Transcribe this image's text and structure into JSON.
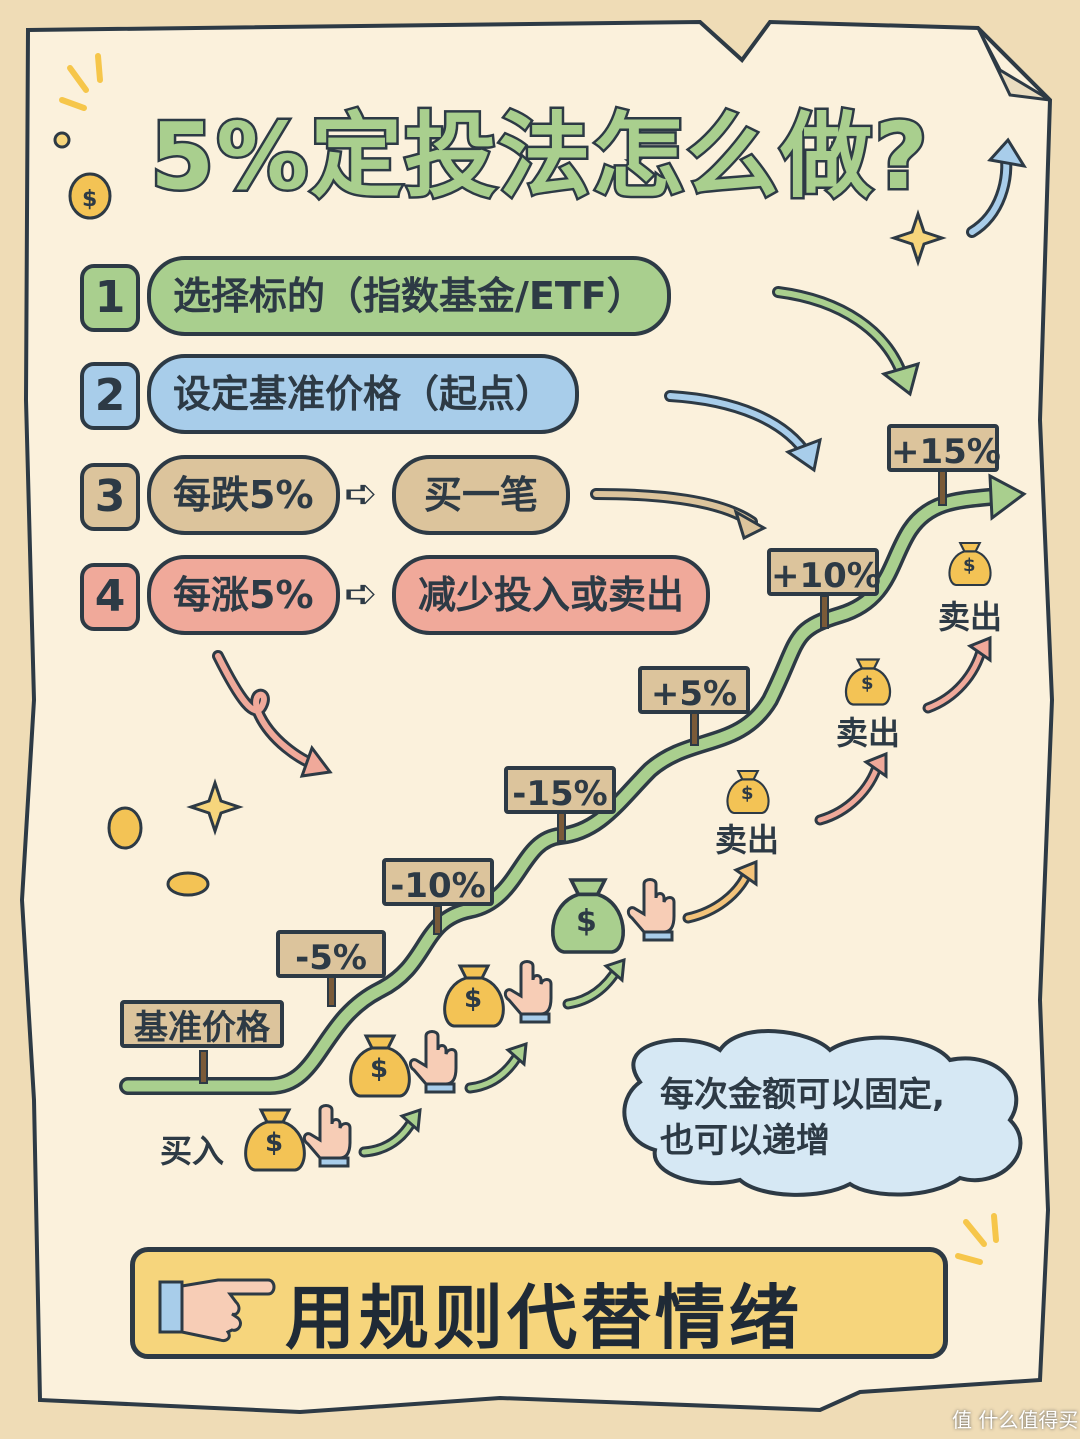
{
  "title": "5%定投法怎么做?",
  "steps": [
    {
      "num": "1",
      "parts": [
        "选择标的（指数基金/ETF）"
      ],
      "color": "#a9cf8e"
    },
    {
      "num": "2",
      "parts": [
        "设定基准价格（起点）"
      ],
      "color": "#a8cdea"
    },
    {
      "num": "3",
      "parts": [
        "每跌5%",
        "买一笔"
      ],
      "color": "#dcc49c"
    },
    {
      "num": "4",
      "parts": [
        "每涨5%",
        "减少投入或卖出"
      ],
      "color": "#f0a99a"
    }
  ],
  "signs": [
    "基准价格",
    "-5%",
    "-10%",
    "-15%",
    "+5%",
    "+10%",
    "+15%"
  ],
  "buy_label": "买入",
  "sell_label": "卖出",
  "bag_symbol": "$",
  "cloud_note": [
    "每次金额可以固定,",
    "也可以递增"
  ],
  "banner": "用规则代替情绪",
  "watermark": "值 什么值得买",
  "colors": {
    "green": "#a9cf8e",
    "blue": "#a8cdea",
    "tan": "#dcc49c",
    "pink": "#f0a99a",
    "paper": "#fbf1dc",
    "ink": "#2d3a45",
    "gold": "#f6d57c"
  }
}
